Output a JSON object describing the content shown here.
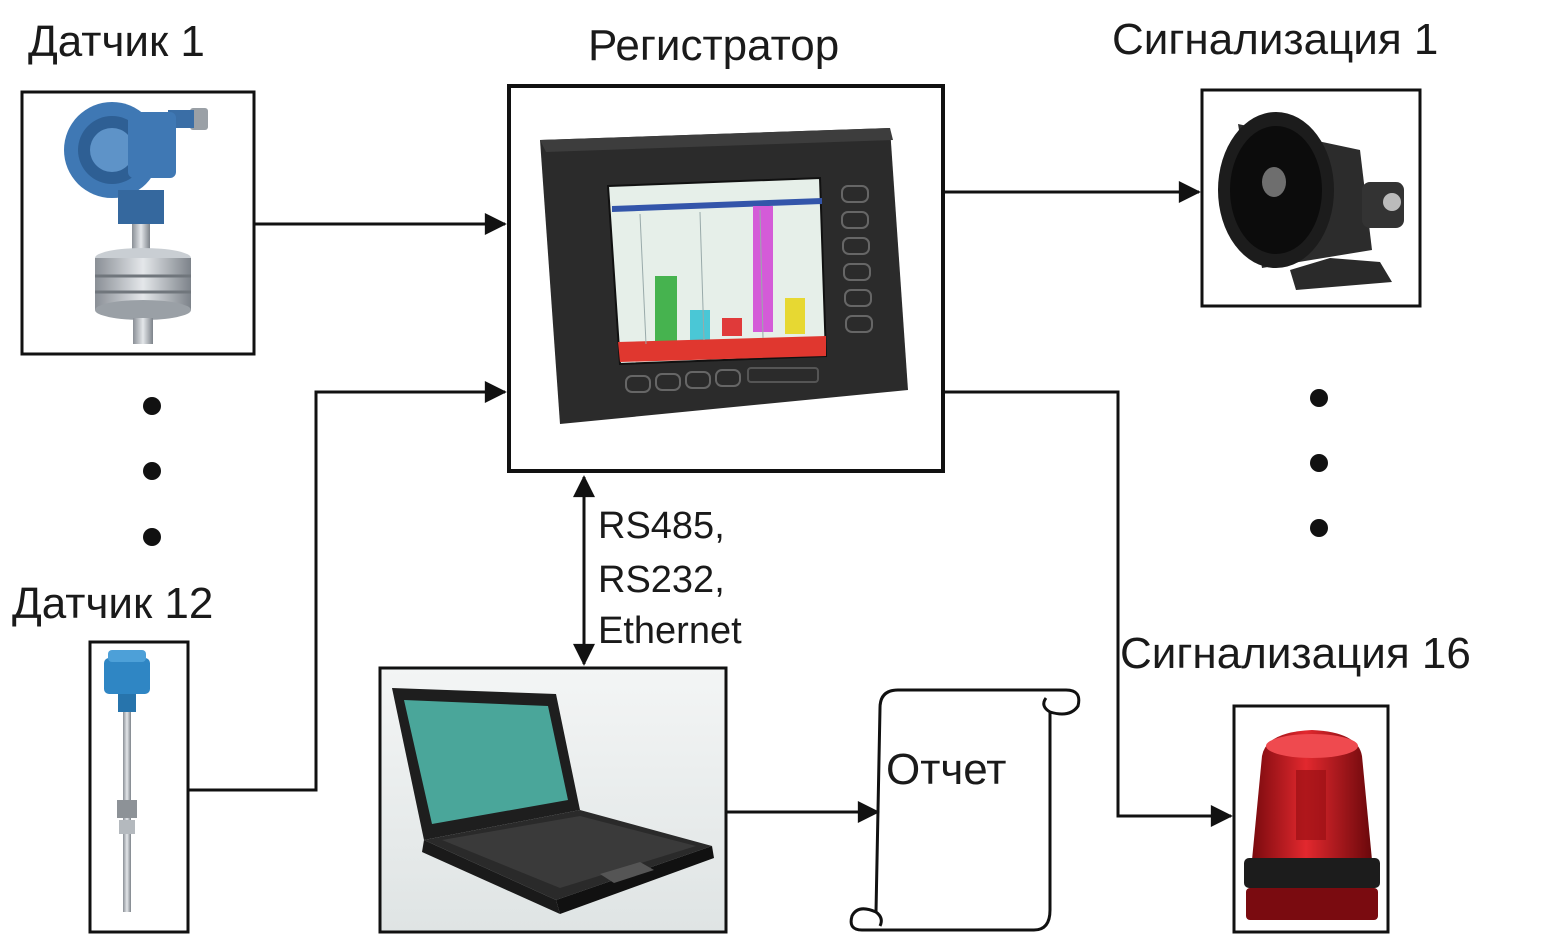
{
  "labels": {
    "sensor_first": "Датчик 1",
    "sensor_last": "Датчик 12",
    "recorder": "Регистратор",
    "alarm_first": "Сигнализация 1",
    "alarm_last": "Сигнализация 16",
    "report": "Отчет",
    "interfaces": [
      "RS485,",
      "RS232,",
      "Ethernet"
    ]
  },
  "colors": {
    "line": "#111111",
    "transmitter": "#3f78b4",
    "recorder_body": "#2b2b2b",
    "screen_bg": "#e6efe9",
    "beacon": "#c4161c",
    "laptop_screen": "#4aa69a"
  },
  "icons": {
    "sensor_first": "pressure-transmitter-icon",
    "sensor_last": "temperature-probe-icon",
    "recorder": "paperless-recorder-icon",
    "alarm_first": "siren-horn-icon",
    "alarm_last": "red-beacon-icon",
    "computer": "laptop-icon",
    "report": "scroll-document-icon"
  }
}
